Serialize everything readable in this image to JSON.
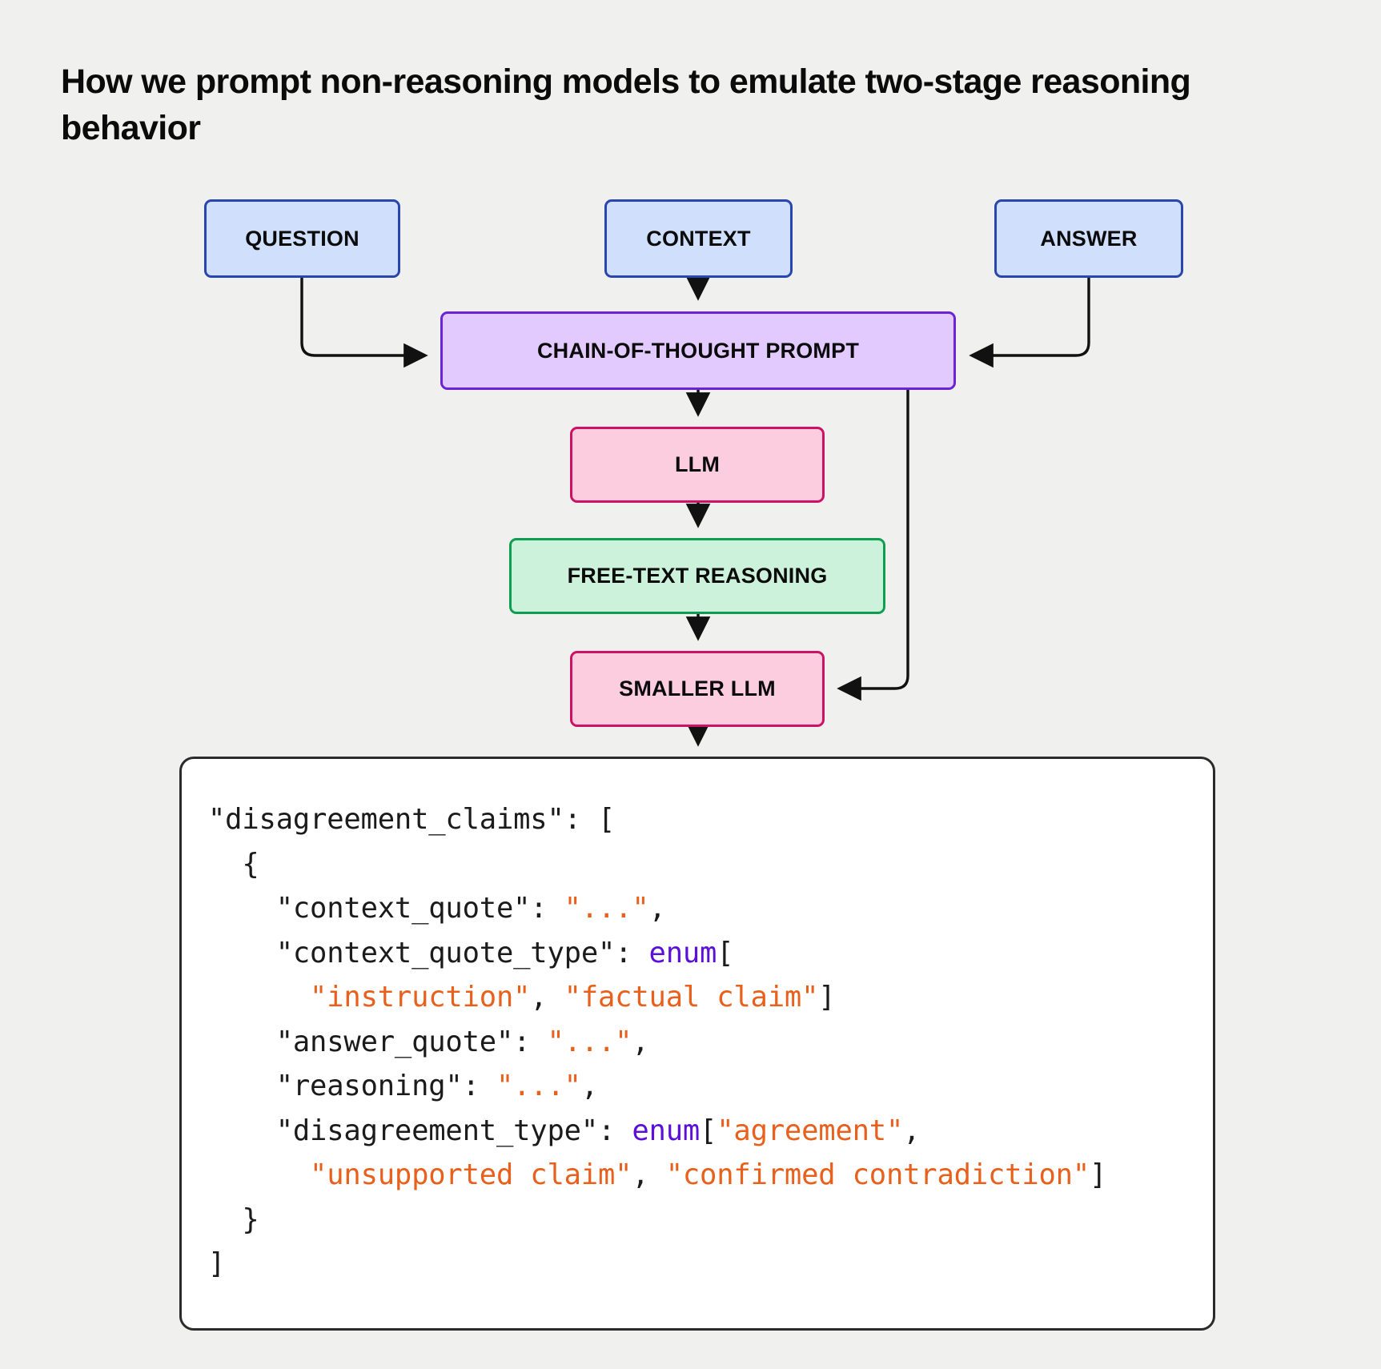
{
  "page": {
    "background_color": "#f0f0ee",
    "title": "How we prompt non-reasoning models to emulate two-stage reasoning behavior"
  },
  "diagram": {
    "type": "flowchart",
    "nodes": [
      {
        "id": "question",
        "label": "QUESTION",
        "color": "blue",
        "fill": "#cfdffc",
        "stroke": "#2846ad"
      },
      {
        "id": "context",
        "label": "CONTEXT",
        "color": "blue",
        "fill": "#cfdffc",
        "stroke": "#2846ad"
      },
      {
        "id": "answer",
        "label": "ANSWER",
        "color": "blue",
        "fill": "#cfdffc",
        "stroke": "#2846ad"
      },
      {
        "id": "cot",
        "label": "CHAIN-OF-THOUGHT PROMPT",
        "color": "purple",
        "fill": "#e2caff",
        "stroke": "#6a24d6"
      },
      {
        "id": "llm",
        "label": "LLM",
        "color": "pink",
        "fill": "#fcccdf",
        "stroke": "#cd1165"
      },
      {
        "id": "free",
        "label": "FREE-TEXT REASONING",
        "color": "green",
        "fill": "#ccf2dc",
        "stroke": "#0d9e52"
      },
      {
        "id": "small",
        "label": "SMALLER LLM",
        "color": "pink",
        "fill": "#fcccdf",
        "stroke": "#cd1165"
      }
    ],
    "edges": [
      {
        "from": "question",
        "to": "cot"
      },
      {
        "from": "context",
        "to": "cot"
      },
      {
        "from": "answer",
        "to": "cot"
      },
      {
        "from": "cot",
        "to": "llm"
      },
      {
        "from": "llm",
        "to": "free"
      },
      {
        "from": "free",
        "to": "small"
      },
      {
        "from": "cot",
        "to": "small"
      },
      {
        "from": "small",
        "to": "code_panel"
      }
    ]
  },
  "code_panel": {
    "language": "json-schema",
    "lines": [
      {
        "indent": 0,
        "tokens": [
          {
            "t": "\"disagreement_claims\": [",
            "c": "pl"
          }
        ]
      },
      {
        "indent": 1,
        "tokens": [
          {
            "t": "{",
            "c": "pl"
          }
        ]
      },
      {
        "indent": 2,
        "tokens": [
          {
            "t": "\"context_quote\": ",
            "c": "pl"
          },
          {
            "t": "\"...\"",
            "c": "str"
          },
          {
            "t": ",",
            "c": "pl"
          }
        ]
      },
      {
        "indent": 2,
        "tokens": [
          {
            "t": "\"context_quote_type\": ",
            "c": "pl"
          },
          {
            "t": "enum",
            "c": "kw"
          },
          {
            "t": "[",
            "c": "pl"
          }
        ]
      },
      {
        "indent": 3,
        "tokens": [
          {
            "t": "\"instruction\"",
            "c": "str"
          },
          {
            "t": ", ",
            "c": "pl"
          },
          {
            "t": "\"factual claim\"",
            "c": "str"
          },
          {
            "t": "]",
            "c": "pl"
          }
        ]
      },
      {
        "indent": 2,
        "tokens": [
          {
            "t": "\"answer_quote\": ",
            "c": "pl"
          },
          {
            "t": "\"...\"",
            "c": "str"
          },
          {
            "t": ",",
            "c": "pl"
          }
        ]
      },
      {
        "indent": 2,
        "tokens": [
          {
            "t": "\"reasoning\": ",
            "c": "pl"
          },
          {
            "t": "\"...\"",
            "c": "str"
          },
          {
            "t": ",",
            "c": "pl"
          }
        ]
      },
      {
        "indent": 2,
        "tokens": [
          {
            "t": "\"disagreement_type\": ",
            "c": "pl"
          },
          {
            "t": "enum",
            "c": "kw"
          },
          {
            "t": "[",
            "c": "pl"
          },
          {
            "t": "\"agreement\"",
            "c": "str"
          },
          {
            "t": ",",
            "c": "pl"
          }
        ]
      },
      {
        "indent": 3,
        "tokens": [
          {
            "t": "\"unsupported claim\"",
            "c": "str"
          },
          {
            "t": ", ",
            "c": "pl"
          },
          {
            "t": "\"confirmed contradiction\"",
            "c": "str"
          },
          {
            "t": "]",
            "c": "pl"
          }
        ]
      },
      {
        "indent": 1,
        "tokens": [
          {
            "t": "}",
            "c": "pl"
          }
        ]
      },
      {
        "indent": 0,
        "tokens": [
          {
            "t": "]",
            "c": "pl"
          }
        ]
      }
    ],
    "colors": {
      "string": "#e8601c",
      "keyword": "#5a10d8",
      "plain": "#1b1b1b",
      "background": "#ffffff",
      "border": "#2b2b2b"
    }
  }
}
